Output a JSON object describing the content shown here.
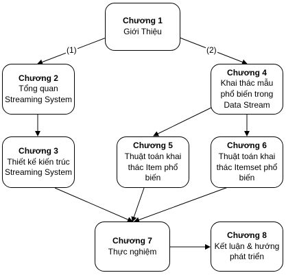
{
  "nodes": [
    {
      "id": "c1",
      "title": "Chương 1",
      "text": "Giới Thiệu"
    },
    {
      "id": "c2",
      "title": "Chương 2",
      "text": "Tổng quan\nStreaming System"
    },
    {
      "id": "c3",
      "title": "Chương 3",
      "text": "Thiết kế kiến trúc\nStreaming System"
    },
    {
      "id": "c4",
      "title": "Chương 4",
      "text": "Khai thác mẫu\nphổ biến trong\nData Stream"
    },
    {
      "id": "c5",
      "title": "Chương 5",
      "text": "Thuật toán khai\nthác Item phổ\nbiến"
    },
    {
      "id": "c6",
      "title": "Chương 6",
      "text": "Thuật toán khai\nthác Itemset phổ\nbiến"
    },
    {
      "id": "c7",
      "title": "Chương 7",
      "text": "Thực nghiệm"
    },
    {
      "id": "c8",
      "title": "Chương 8",
      "text": "Kết luận & hướng\nphát triển"
    }
  ],
  "edges": [
    {
      "from": "c1",
      "to": "c2",
      "label": "(1)"
    },
    {
      "from": "c1",
      "to": "c4",
      "label": "(2)"
    },
    {
      "from": "c2",
      "to": "c3",
      "label": ""
    },
    {
      "from": "c4",
      "to": "c5",
      "label": ""
    },
    {
      "from": "c4",
      "to": "c6",
      "label": ""
    },
    {
      "from": "c3",
      "to": "c7",
      "label": ""
    },
    {
      "from": "c5",
      "to": "c7",
      "label": ""
    },
    {
      "from": "c6",
      "to": "c7",
      "label": ""
    },
    {
      "from": "c7",
      "to": "c8",
      "label": ""
    }
  ]
}
